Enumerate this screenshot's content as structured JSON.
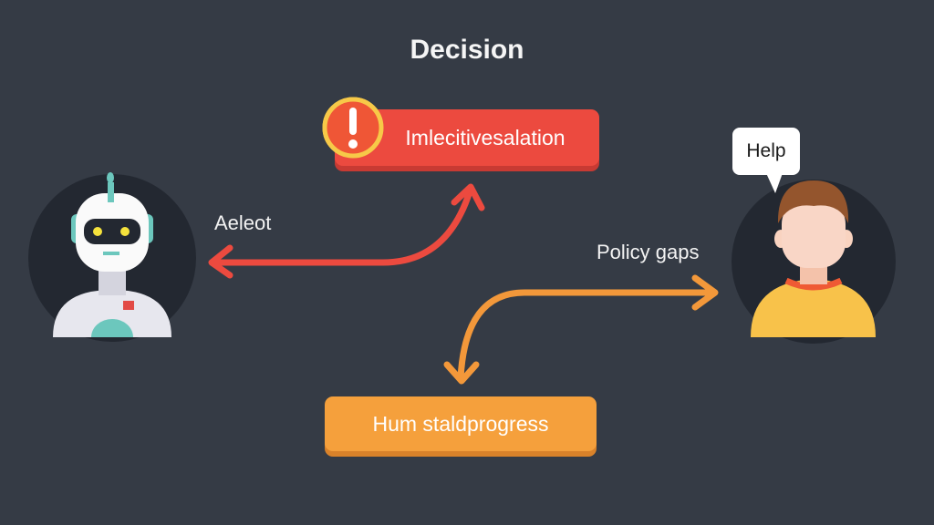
{
  "title": "Decision",
  "escalation_box": {
    "label": "Imlecitivesalation",
    "icon": "exclamation-icon"
  },
  "progress_box": {
    "label": "Hum staldprogress"
  },
  "robot_label": "Aeleot",
  "policy_label": "Policy gaps",
  "speech_bubble": "Help",
  "colors": {
    "background": "#353b45",
    "red": "#ec4a3f",
    "orange": "#f5a03c",
    "yellow": "#f7c948"
  }
}
